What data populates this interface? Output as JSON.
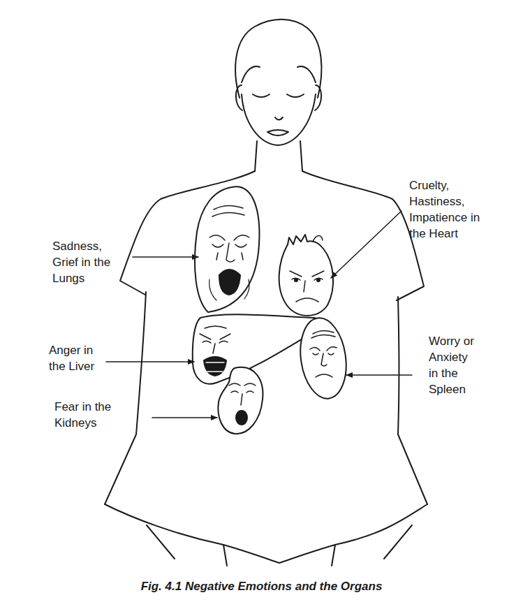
{
  "diagram": {
    "caption": "Fig. 4.1 Negative Emotions and the Organs",
    "labels": [
      "Sadness, Grief in the Lungs",
      "Cruelty, Hastiness, Impatience in the Heart",
      "Anger in the Liver",
      "Fear in the Kidneys",
      "Worry or Anxiety in the Spleen"
    ]
  }
}
